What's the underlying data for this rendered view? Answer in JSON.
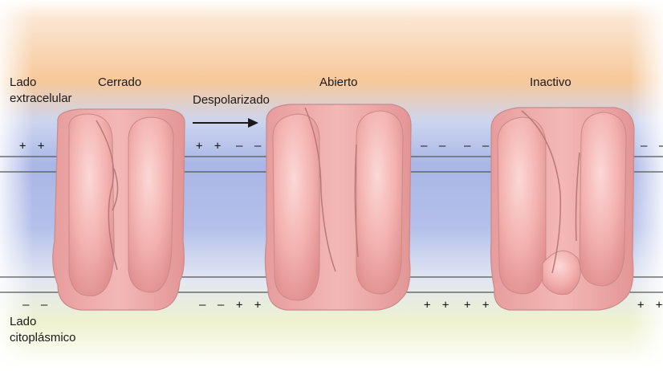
{
  "labels": {
    "extracellular_line1": "Lado",
    "extracellular_line2": "extracelular",
    "cytoplasmic_line1": "Lado",
    "cytoplasmic_line2": "citoplásmico",
    "state_closed": "Cerrado",
    "state_open": "Abierto",
    "state_inactive": "Inactivo",
    "transition": "Despolarizado"
  },
  "charges": {
    "closed_top_left": "+ +",
    "closed_top_right": "+ +",
    "closed_bottom_left": "– –",
    "closed_bottom_right": "– –",
    "open_top_left": "– –",
    "open_top_right": "– –",
    "open_bottom_left": "+ +",
    "open_bottom_right": "+ +",
    "inactive_top_left": "– –",
    "inactive_top_right": "– –",
    "inactive_bottom_left": "+ +",
    "inactive_bottom_right": "+ +"
  },
  "colors": {
    "extracellular_glow": "#f7c89a",
    "membrane_core": "#a9b6e6",
    "cytoplasmic_glow": "#e8efc4",
    "channel_fill": "#f0a9a9",
    "channel_highlight": "#fbd8d6",
    "channel_outline": "#c98a88",
    "membrane_line": "#555555"
  }
}
